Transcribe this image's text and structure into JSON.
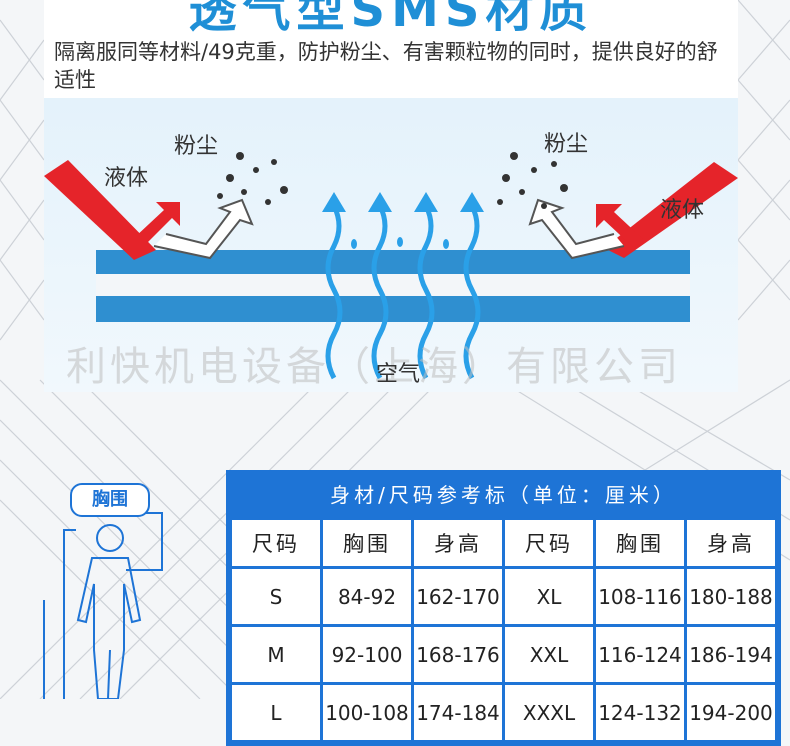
{
  "header": {
    "title": "透气型SMS材质"
  },
  "intro": {
    "text": "隔离服同等材料/49克重，防护粉尘、有害颗粒物的同时，提供良好的舒适性"
  },
  "diagram": {
    "labels": {
      "dust_left": "粉尘",
      "liquid_left": "液体",
      "dust_right": "粉尘",
      "liquid_right": "液体",
      "air": "空气"
    },
    "watermark": "利快机电设备（上海）有限公司",
    "colors": {
      "layer": "#2f8fd0",
      "arrow_red": "#e5242a",
      "air_arrow": "#2aa0e8"
    }
  },
  "size_chart": {
    "title": "身材/尺码参考标（单位：厘米）",
    "headers": [
      "尺码",
      "胸围",
      "身高",
      "尺码",
      "胸围",
      "身高"
    ],
    "rows": [
      [
        "S",
        "84-92",
        "162-170",
        "XL",
        "108-116",
        "180-188"
      ],
      [
        "M",
        "92-100",
        "168-176",
        "XXL",
        "116-124",
        "186-194"
      ],
      [
        "L",
        "100-108",
        "174-184",
        "XXXL",
        "124-132",
        "194-200"
      ]
    ]
  },
  "figure": {
    "chest_label": "胸围"
  }
}
